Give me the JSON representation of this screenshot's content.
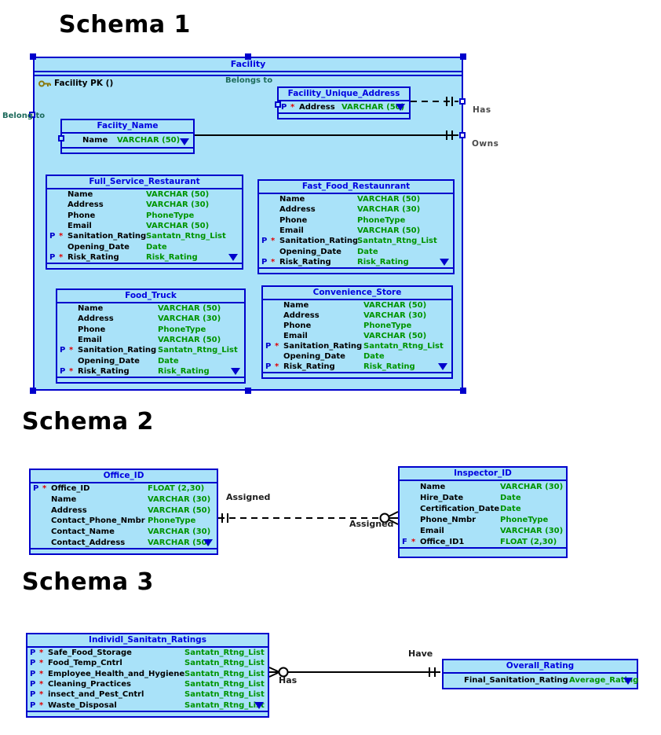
{
  "headings": {
    "schema1": "Schema 1",
    "schema2": "Schema 2",
    "schema3": "Schema 3"
  },
  "container": {
    "title": "Facility",
    "pk_label": "Facility PK ()"
  },
  "labels": {
    "belongs_to": "Belongs to",
    "belong_to": "Belong to",
    "has": "Has",
    "owns": "Owns",
    "assigned_left": "Assigned",
    "assigned_right": "Assigned",
    "have": "Have",
    "has_3": "Has"
  },
  "colors": {
    "entity_fill": "#A9E2F9",
    "entity_border": "#0000CC",
    "header_text": "#0000E0",
    "type_text": "#009400",
    "marker_key": "#0000CC",
    "marker_req": "#E00000",
    "teal_label": "#1E6B5C",
    "gray_label": "#4A4A4A",
    "selection_handle": "#0000CC",
    "key_icon": "#8A7A10"
  },
  "entities": [
    {
      "id": "facility_unique_address",
      "title": "Facility_Unique_Address",
      "rows": [
        {
          "key": "P",
          "req": "*",
          "name": "Address",
          "type": "VARCHAR (50)"
        }
      ]
    },
    {
      "id": "faciity_name",
      "title": "Faciity_Name",
      "rows": [
        {
          "key": "",
          "req": "",
          "name": "Name",
          "type": "VARCHAR (50)"
        }
      ]
    },
    {
      "id": "full_service_restaurant",
      "title": "Full_Service_Restaurant",
      "rows": [
        {
          "key": "",
          "req": "",
          "name": "Name",
          "type": "VARCHAR (50)"
        },
        {
          "key": "",
          "req": "",
          "name": "Address",
          "type": "VARCHAR (30)"
        },
        {
          "key": "",
          "req": "",
          "name": "Phone",
          "type": "PhoneType"
        },
        {
          "key": "",
          "req": "",
          "name": "Email",
          "type": "VARCHAR (50)"
        },
        {
          "key": "P",
          "req": "*",
          "name": "Sanitation_Rating",
          "type": "Santatn_Rtng_List"
        },
        {
          "key": "",
          "req": "",
          "name": "Opening_Date",
          "type": "Date"
        },
        {
          "key": "P",
          "req": "*",
          "name": "Risk_Rating",
          "type": "Risk_Rating"
        }
      ]
    },
    {
      "id": "fast_food_restaunrant",
      "title": "Fast_Food_Restaunrant",
      "rows": [
        {
          "key": "",
          "req": "",
          "name": "Name",
          "type": "VARCHAR (50)"
        },
        {
          "key": "",
          "req": "",
          "name": "Address",
          "type": "VARCHAR (30)"
        },
        {
          "key": "",
          "req": "",
          "name": "Phone",
          "type": "PhoneType"
        },
        {
          "key": "",
          "req": "",
          "name": "Email",
          "type": "VARCHAR (50)"
        },
        {
          "key": "P",
          "req": "*",
          "name": "Sanitation_Rating",
          "type": "Santatn_Rtng_List"
        },
        {
          "key": "",
          "req": "",
          "name": "Opening_Date",
          "type": "Date"
        },
        {
          "key": "P",
          "req": "*",
          "name": "Risk_Rating",
          "type": "Risk_Rating"
        }
      ]
    },
    {
      "id": "food_truck",
      "title": "Food_Truck",
      "rows": [
        {
          "key": "",
          "req": "",
          "name": "Name",
          "type": "VARCHAR (50)"
        },
        {
          "key": "",
          "req": "",
          "name": "Address",
          "type": "VARCHAR (30)"
        },
        {
          "key": "",
          "req": "",
          "name": "Phone",
          "type": "PhoneType"
        },
        {
          "key": "",
          "req": "",
          "name": "Email",
          "type": "VARCHAR (50)"
        },
        {
          "key": "P",
          "req": "*",
          "name": "Sanitation_Rating",
          "type": "Santatn_Rtng_List"
        },
        {
          "key": "",
          "req": "",
          "name": "Opening_Date",
          "type": "Date"
        },
        {
          "key": "P",
          "req": "*",
          "name": "Risk_Rating",
          "type": "Risk_Rating"
        }
      ]
    },
    {
      "id": "convenience_store",
      "title": "Convenience_Store",
      "rows": [
        {
          "key": "",
          "req": "",
          "name": "Name",
          "type": "VARCHAR (50)"
        },
        {
          "key": "",
          "req": "",
          "name": "Address",
          "type": "VARCHAR (30)"
        },
        {
          "key": "",
          "req": "",
          "name": "Phone",
          "type": "PhoneType"
        },
        {
          "key": "",
          "req": "",
          "name": "Email",
          "type": "VARCHAR (50)"
        },
        {
          "key": "P",
          "req": "*",
          "name": "Sanitation_Rating",
          "type": "Santatn_Rtng_List"
        },
        {
          "key": "",
          "req": "",
          "name": "Opening_Date",
          "type": "Date"
        },
        {
          "key": "P",
          "req": "*",
          "name": "Risk_Rating",
          "type": "Risk_Rating"
        }
      ]
    },
    {
      "id": "office_id",
      "title": "Office_ID",
      "rows": [
        {
          "key": "P",
          "req": "*",
          "name": "Office_ID",
          "type": "FLOAT (2,30)"
        },
        {
          "key": "",
          "req": "",
          "name": "Name",
          "type": "VARCHAR (30)"
        },
        {
          "key": "",
          "req": "",
          "name": "Address",
          "type": "VARCHAR (50)"
        },
        {
          "key": "",
          "req": "",
          "name": "Contact_Phone_Nmbr",
          "type": "PhoneType"
        },
        {
          "key": "",
          "req": "",
          "name": "Contact_Name",
          "type": "VARCHAR (30)"
        },
        {
          "key": "",
          "req": "",
          "name": "Contact_Address",
          "type": "VARCHAR (50)"
        }
      ]
    },
    {
      "id": "inspector_id",
      "title": "Inspector_ID",
      "rows": [
        {
          "key": "",
          "req": "",
          "name": "Name",
          "type": "VARCHAR (30)"
        },
        {
          "key": "",
          "req": "",
          "name": "Hire_Date",
          "type": "Date"
        },
        {
          "key": "",
          "req": "",
          "name": "Certification_Date",
          "type": "Date"
        },
        {
          "key": "",
          "req": "",
          "name": "Phone_Nmbr",
          "type": "PhoneType"
        },
        {
          "key": "",
          "req": "",
          "name": "Email",
          "type": "VARCHAR (30)"
        },
        {
          "key": "F",
          "req": "*",
          "name": "Office_ID1",
          "type": "FLOAT (2,30)"
        }
      ]
    },
    {
      "id": "individl_sanitatn_ratings",
      "title": "Individl_Sanitatn_Ratings",
      "rows": [
        {
          "key": "P",
          "req": "*",
          "name": "Safe_Food_Storage",
          "type": "Santatn_Rtng_List"
        },
        {
          "key": "P",
          "req": "*",
          "name": "Food_Temp_Cntrl",
          "type": "Santatn_Rtng_List"
        },
        {
          "key": "P",
          "req": "*",
          "name": "Employee_Health_and_Hygiene",
          "type": "Santatn_Rtng_List"
        },
        {
          "key": "P",
          "req": "*",
          "name": "Cleaning_Practices",
          "type": "Santatn_Rtng_List"
        },
        {
          "key": "P",
          "req": "*",
          "name": "insect_and_Pest_Cntrl",
          "type": "Santatn_Rtng_List"
        },
        {
          "key": "P",
          "req": "*",
          "name": "Waste_Disposal",
          "type": "Santatn_Rtng_List"
        }
      ]
    },
    {
      "id": "overall_rating",
      "title": "Overall_Rating",
      "rows": [
        {
          "key": "",
          "req": "",
          "name": "Final_Sanitation_Rating",
          "type": "Average_Rating"
        }
      ]
    }
  ],
  "relationships": [
    {
      "from": "Facility_Unique_Address",
      "to": "Facility",
      "label": "Has",
      "style": "dashed",
      "end": "one-mandatory"
    },
    {
      "from": "Faciity_Name",
      "to": "Facility",
      "label": "Owns",
      "style": "solid",
      "end": "one-mandatory"
    },
    {
      "from": "Office_ID",
      "to": "Inspector_ID",
      "label": "Assigned",
      "style": "dashed",
      "from_end": "one-mandatory",
      "to_end": "zero-or-many"
    },
    {
      "from": "Individl_Sanitatn_Ratings",
      "to": "Overall_Rating",
      "label_from": "Has",
      "label_to": "Have",
      "style": "solid",
      "from_end": "zero-or-many",
      "to_end": "one-mandatory"
    }
  ]
}
